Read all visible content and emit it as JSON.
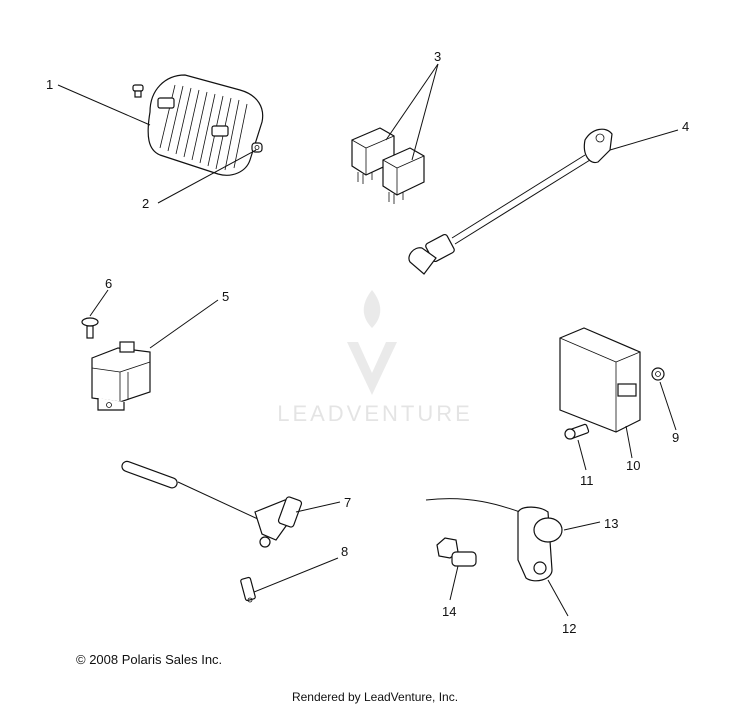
{
  "watermark": {
    "text": "LEADVENTURE"
  },
  "callouts": {
    "c1": "1",
    "c2": "2",
    "c3": "3",
    "c4": "4",
    "c5": "5",
    "c6": "6",
    "c7": "7",
    "c8": "8",
    "c9": "9",
    "c10": "10",
    "c11": "11",
    "c12": "12",
    "c13": "13",
    "c14": "14"
  },
  "footer": {
    "copyright": "© 2008 Polaris Sales Inc.",
    "rendered_by": "Rendered by LeadVenture, Inc."
  }
}
